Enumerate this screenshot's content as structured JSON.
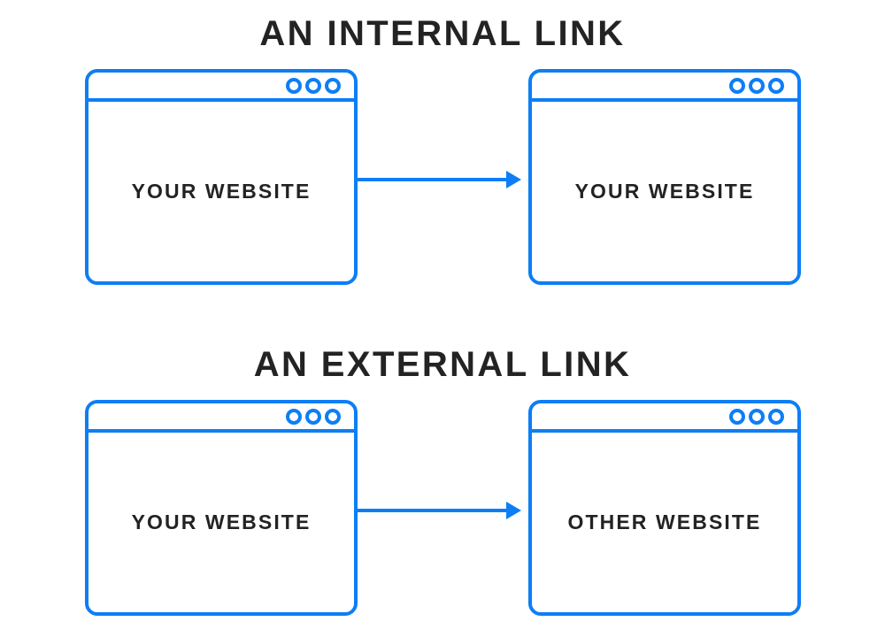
{
  "page": {
    "background_color": "#ffffff",
    "accent_color": "#0d7ef5",
    "text_color": "#232323"
  },
  "sections": [
    {
      "id": "internal",
      "title": "AN INTERNAL LINK",
      "source_window": {
        "label": "YOUR WEBSITE",
        "dots": [
          "window-dot",
          "window-dot",
          "window-dot"
        ]
      },
      "target_window": {
        "label": "YOUR WEBSITE",
        "dots": [
          "window-dot",
          "window-dot",
          "window-dot"
        ]
      },
      "arrow": {
        "icon": "arrow-right-icon",
        "direction": "right",
        "color": "#0d7ef5"
      }
    },
    {
      "id": "external",
      "title": "AN EXTERNAL LINK",
      "source_window": {
        "label": "YOUR WEBSITE",
        "dots": [
          "window-dot",
          "window-dot",
          "window-dot"
        ]
      },
      "target_window": {
        "label": "OTHER WEBSITE",
        "dots": [
          "window-dot",
          "window-dot",
          "window-dot"
        ]
      },
      "arrow": {
        "icon": "arrow-right-icon",
        "direction": "right",
        "color": "#0d7ef5"
      }
    }
  ]
}
